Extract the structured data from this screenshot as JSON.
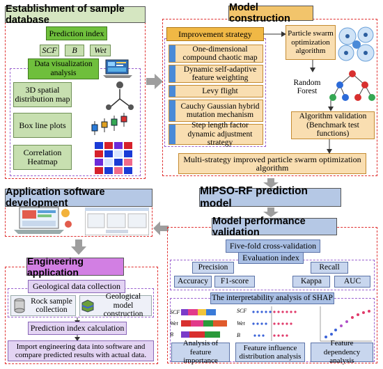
{
  "sample_db": {
    "title": "Establishment of sample database",
    "prediction_index": "Prediction index",
    "indices": [
      "SCF",
      "B",
      "Wet"
    ],
    "data_vis": "Data visualization analysis",
    "items": [
      "3D spatial distribution map",
      "Box line plots",
      "Correlation Heatmap"
    ]
  },
  "model": {
    "title": "Model construction",
    "improvement": "Improvement strategy",
    "strategies": [
      "One-dimensional compound chaotic map",
      "Dynamic self-adaptive feature weighting",
      "Levy flight",
      "Cauchy Gaussian hybrid mutation mechanism",
      "Step length factor dynamic adjustment strategy"
    ],
    "pso": "Particle swarm optimization algorithm",
    "rf": "Random Forest",
    "validation": "Algorithm validation (Benchmark test functions)",
    "mipso": "Multi-strategy improved particle swarm optimization algorithm"
  },
  "prediction_model": "MIPSO-RF prediction model",
  "app_dev": {
    "title": "Application software development"
  },
  "performance": {
    "title": "Model performance validation",
    "cv": "Five-fold cross-validation",
    "eval": "Evaluation index",
    "metrics": [
      "Precision",
      "Recall",
      "Accuracy",
      "F1-score",
      "Kappa",
      "AUC"
    ],
    "shap": "The interpretability analysis of SHAP",
    "shap_items": [
      "Analysis of feature importance",
      "Feature influence distribution analysis",
      "Feature dependency analysis"
    ],
    "shap_axis_labels": [
      "SCF",
      "Wet",
      "B"
    ]
  },
  "engineering": {
    "title": "Engineering application",
    "geo": "Geological data collection",
    "rock": "Rock sample collection",
    "geomodel": "Geological model construction",
    "calc": "Prediction index calculation",
    "import": "Import engineering data into software and compare predicted results with actual data."
  }
}
